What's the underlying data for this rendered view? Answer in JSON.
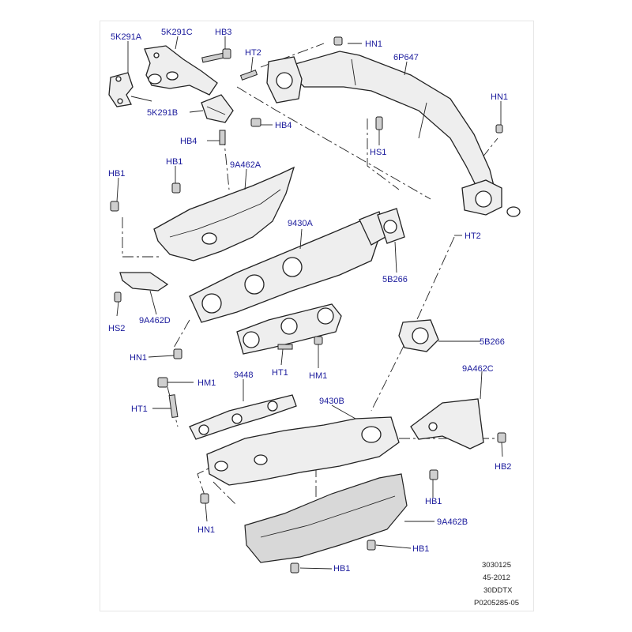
{
  "labels": {
    "l_5K291A": "5K291A",
    "l_5K291C": "5K291C",
    "l_HB3": "HB3",
    "l_HT2_top": "HT2",
    "l_HN1_top": "HN1",
    "l_6P647": "6P647",
    "l_HN1_right": "HN1",
    "l_5K291B": "5K291B",
    "l_HB4_a": "HB4",
    "l_HB4_b": "HB4",
    "l_HS1": "HS1",
    "l_HB1_left": "HB1",
    "l_HB1_mid": "HB1",
    "l_9A462A": "9A462A",
    "l_HT2_right": "HT2",
    "l_9430A": "9430A",
    "l_5B266_a": "5B266",
    "l_HS2": "HS2",
    "l_9A462D": "9A462D",
    "l_5B266_b": "5B266",
    "l_HN1_mid": "HN1",
    "l_9448": "9448",
    "l_HT1_a": "HT1",
    "l_HM1_a": "HM1",
    "l_HM1_b": "HM1",
    "l_9A462C": "9A462C",
    "l_HT1_b": "HT1",
    "l_9430B": "9430B",
    "l_HB2": "HB2",
    "l_HB1_low": "HB1",
    "l_HN1_low": "HN1",
    "l_9A462B": "9A462B",
    "l_HB1_low2": "HB1",
    "l_HB1_bottom": "HB1"
  },
  "footer": {
    "line1": "3030125",
    "line2": "45-2012",
    "line3": "30DDTX",
    "line4": "P0205285-05"
  },
  "colors": {
    "label": "#1a1a9c",
    "line": "#222222",
    "part_fill": "#eeeeee"
  }
}
